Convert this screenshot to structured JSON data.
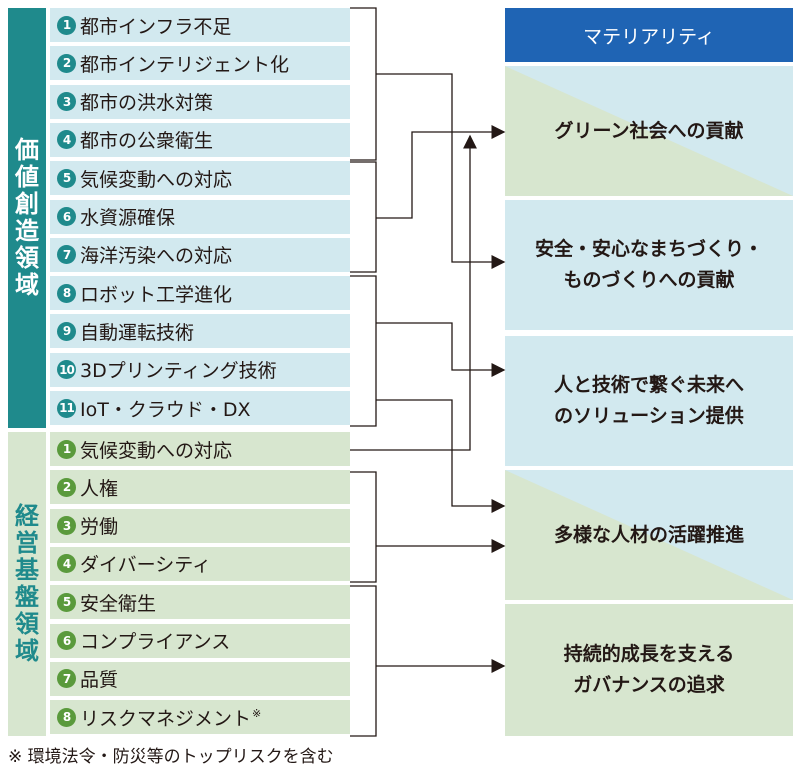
{
  "categories": {
    "value_creation": "価値創造領域",
    "management_foundation": "経営基盤領域"
  },
  "value_items": [
    {
      "num": "1",
      "label": "都市インフラ不足"
    },
    {
      "num": "2",
      "label": "都市インテリジェント化"
    },
    {
      "num": "3",
      "label": "都市の洪水対策"
    },
    {
      "num": "4",
      "label": "都市の公衆衛生"
    },
    {
      "num": "5",
      "label": "気候変動への対応"
    },
    {
      "num": "6",
      "label": "水資源確保"
    },
    {
      "num": "7",
      "label": "海洋汚染への対応"
    },
    {
      "num": "8",
      "label": "ロボット工学進化"
    },
    {
      "num": "9",
      "label": "自動運転技術"
    },
    {
      "num": "10",
      "label": "3Dプリンティング技術"
    },
    {
      "num": "11",
      "label": "IoT・クラウド・DX"
    }
  ],
  "mgmt_items": [
    {
      "num": "1",
      "label": "気候変動への対応"
    },
    {
      "num": "2",
      "label": "人権"
    },
    {
      "num": "3",
      "label": "労働"
    },
    {
      "num": "4",
      "label": "ダイバーシティ"
    },
    {
      "num": "5",
      "label": "安全衛生"
    },
    {
      "num": "6",
      "label": "コンプライアンス"
    },
    {
      "num": "7",
      "label": "品質"
    },
    {
      "num": "8",
      "label": "リスクマネジメント",
      "mark": "※"
    }
  ],
  "materiality": {
    "header": "マテリアリティ",
    "items": [
      {
        "line1": "グリーン社会への貢献",
        "line2": ""
      },
      {
        "line1": "安全・安心なまちづくり・",
        "line2": "ものづくりへの貢献"
      },
      {
        "line1": "人と技術で繋ぐ未来へ",
        "line2": "のソリューション提供"
      },
      {
        "line1": "多様な人材の活躍推進",
        "line2": ""
      },
      {
        "line1": "持続的成長を支える",
        "line2": "ガバナンスの追求"
      }
    ]
  },
  "footnote": "※ 環境法令・防災等のトップリスクを含む",
  "colors": {
    "teal": "#1f8a8c",
    "light_blue": "#d2e9ef",
    "light_green": "#d7e6cf",
    "green_badge": "#5a9a3c",
    "header_blue": "#1f64b4",
    "line": "#231815"
  }
}
